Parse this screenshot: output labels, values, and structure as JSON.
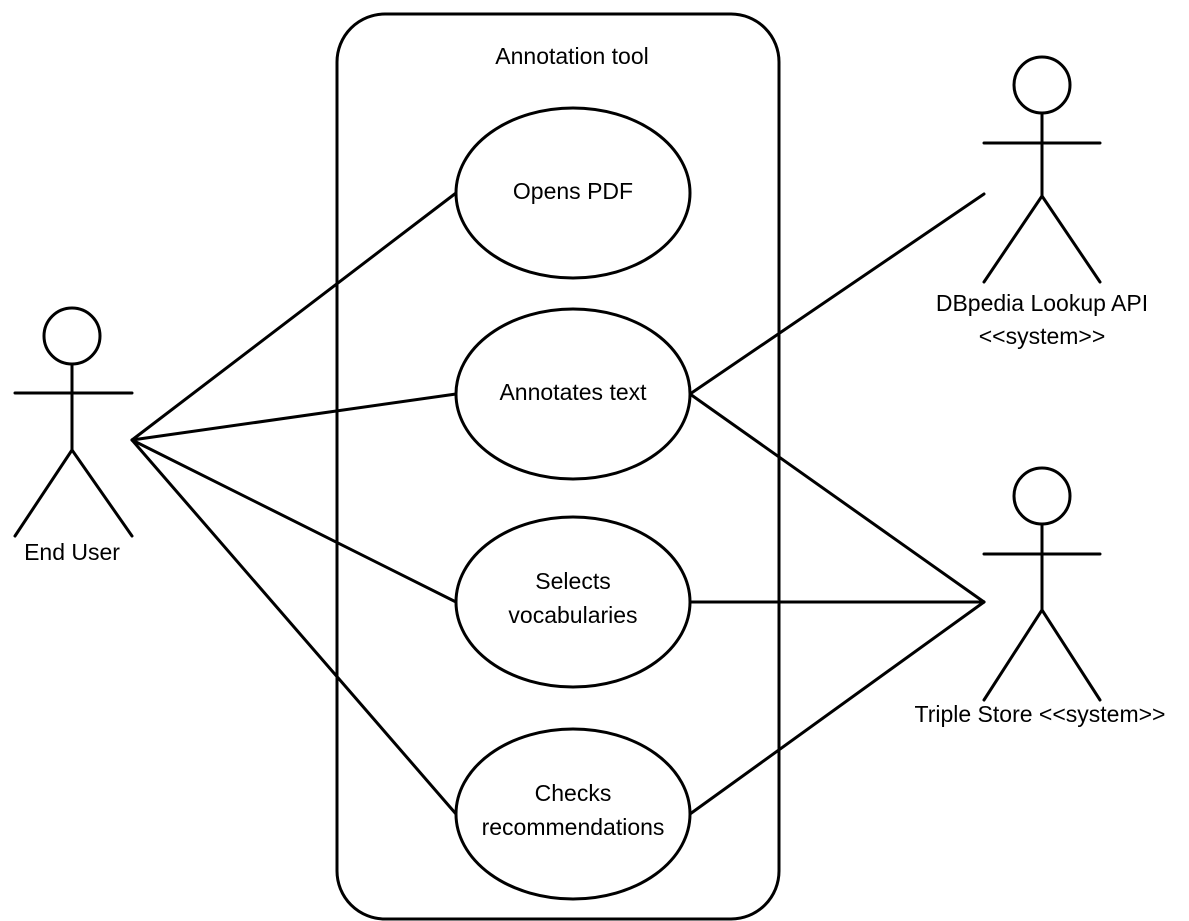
{
  "system": {
    "title": "Annotation tool"
  },
  "actors": {
    "end_user": {
      "label": "End User"
    },
    "dbpedia": {
      "line1": "DBpedia Lookup API",
      "line2": "<<system>>"
    },
    "triple_store": {
      "label": "Triple Store <<system>>"
    }
  },
  "use_cases": {
    "opens_pdf": {
      "line1": "Opens PDF"
    },
    "annotates_text": {
      "line1": "Annotates text"
    },
    "selects_vocabularies": {
      "line1": "Selects",
      "line2": "vocabularies"
    },
    "checks_recommendations": {
      "line1": "Checks",
      "line2": "recommendations"
    }
  }
}
